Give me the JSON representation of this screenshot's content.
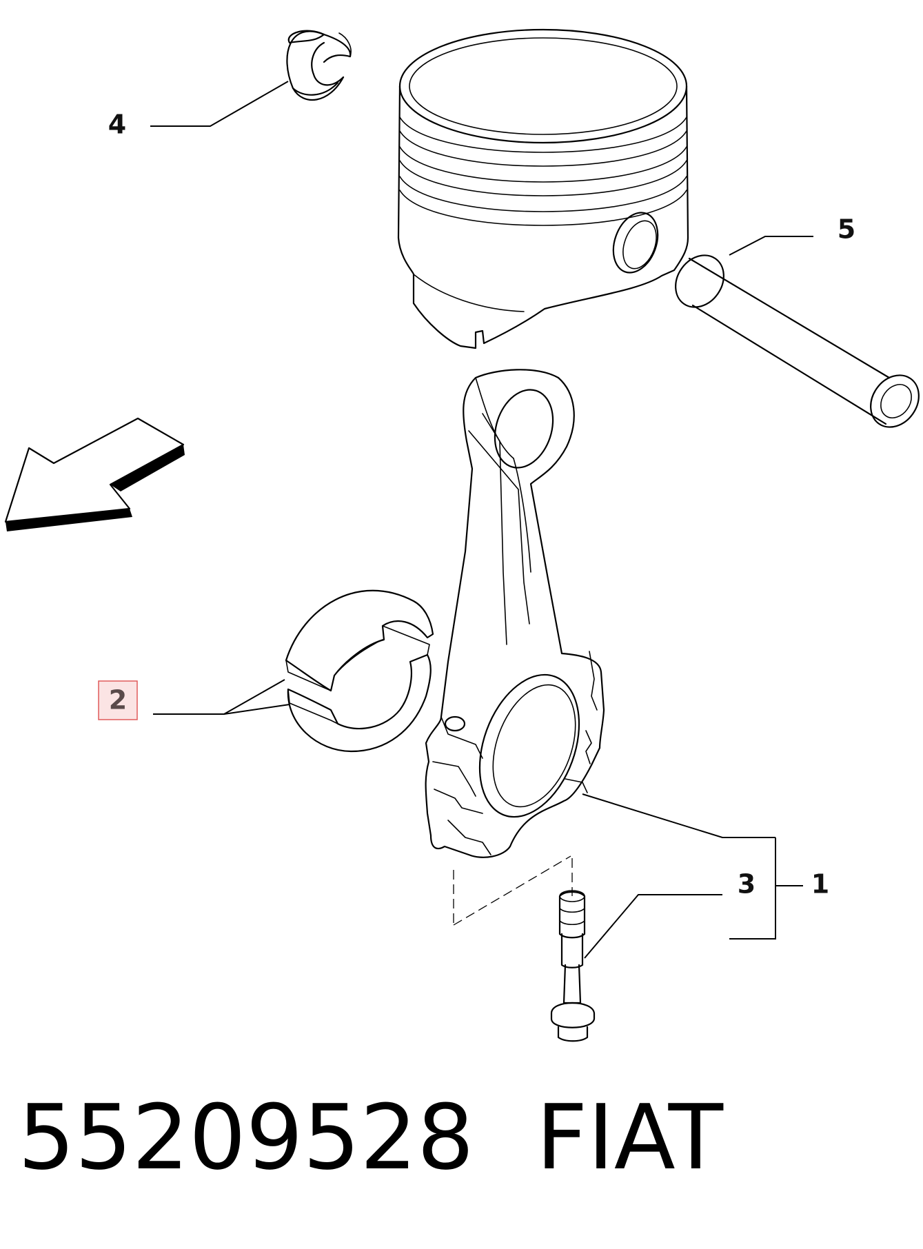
{
  "callouts": [
    {
      "id": "1",
      "label": "1"
    },
    {
      "id": "2",
      "label": "2",
      "highlighted": true
    },
    {
      "id": "3",
      "label": "3"
    },
    {
      "id": "4",
      "label": "4"
    },
    {
      "id": "5",
      "label": "5"
    }
  ],
  "footer": {
    "part_number": "55209528",
    "brand": "FIAT"
  },
  "colors": {
    "line": "#000000",
    "highlight_border": "#e05a5a",
    "highlight_fill": "#fbe4e4"
  }
}
